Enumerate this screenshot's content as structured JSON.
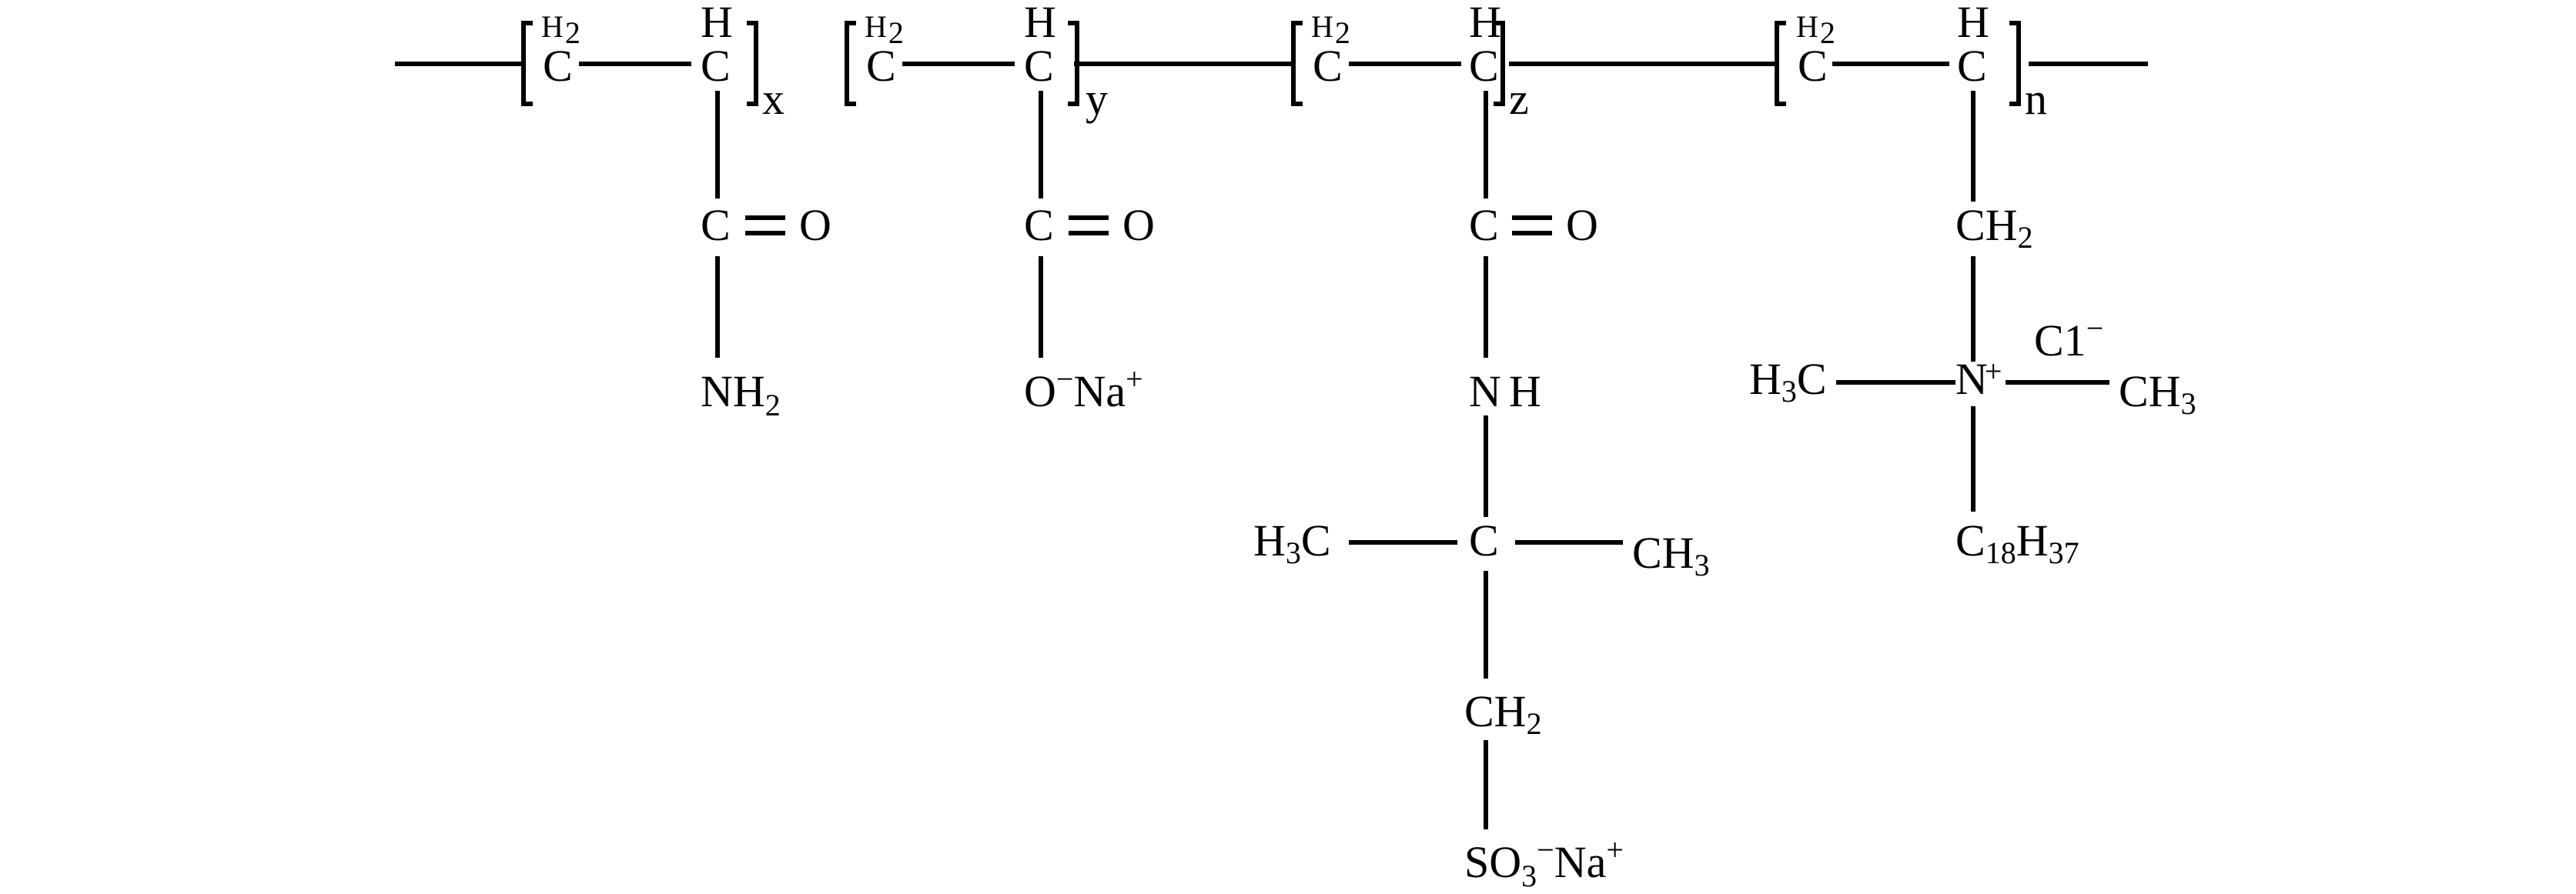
{
  "unit_1": {
    "ch2_label": "C",
    "ch2_h": "H",
    "ch2_h_count": "2",
    "ch_label": "C",
    "ch_h": "H",
    "subscript": "x",
    "carbonyl_c": "C",
    "carbonyl_o": "O",
    "amide_n": "NH",
    "amide_h_count": "2"
  },
  "unit_2": {
    "ch2_label": "C",
    "ch2_h": "H",
    "ch2_h_count": "2",
    "ch_label": "C",
    "ch_h": "H",
    "subscript": "y",
    "carbonyl_c": "C",
    "carbonyl_o": "O",
    "oxygen": "O",
    "oxygen_charge": "−",
    "sodium": "Na",
    "sodium_charge": "+"
  },
  "unit_3": {
    "ch2_label": "C",
    "ch2_h": "H",
    "ch2_h_count": "2",
    "ch_label": "C",
    "ch_h": "H",
    "subscript": "z",
    "carbonyl_c": "C",
    "carbonyl_o": "O",
    "amide_n": "N",
    "amide_h": "H",
    "quaternary_c": "C",
    "left_methyl": "H",
    "left_methyl_count": "3",
    "left_methyl_c": "C",
    "right_methyl": "CH",
    "right_methyl_count": "3",
    "methylene": "CH",
    "methylene_count": "2",
    "sulfonate": "SO",
    "sulfonate_count": "3",
    "sulfonate_charge": "−",
    "sodium": "Na",
    "sodium_charge": "+"
  },
  "unit_4": {
    "ch2_label": "C",
    "ch2_h": "H",
    "ch2_h_count": "2",
    "ch_label": "C",
    "ch_h": "H",
    "subscript": "n",
    "methylene": "CH",
    "methylene_count": "2",
    "nitrogen": "N",
    "nitrogen_charge": "+",
    "chloride": "C1",
    "chloride_charge": "−",
    "left_methyl": "H",
    "left_methyl_count": "3",
    "left_methyl_c": "C",
    "right_methyl": "CH",
    "right_methyl_count": "3",
    "alkyl_c": "C",
    "alkyl_c_count": "18",
    "alkyl_h": "H",
    "alkyl_h_count": "37"
  }
}
